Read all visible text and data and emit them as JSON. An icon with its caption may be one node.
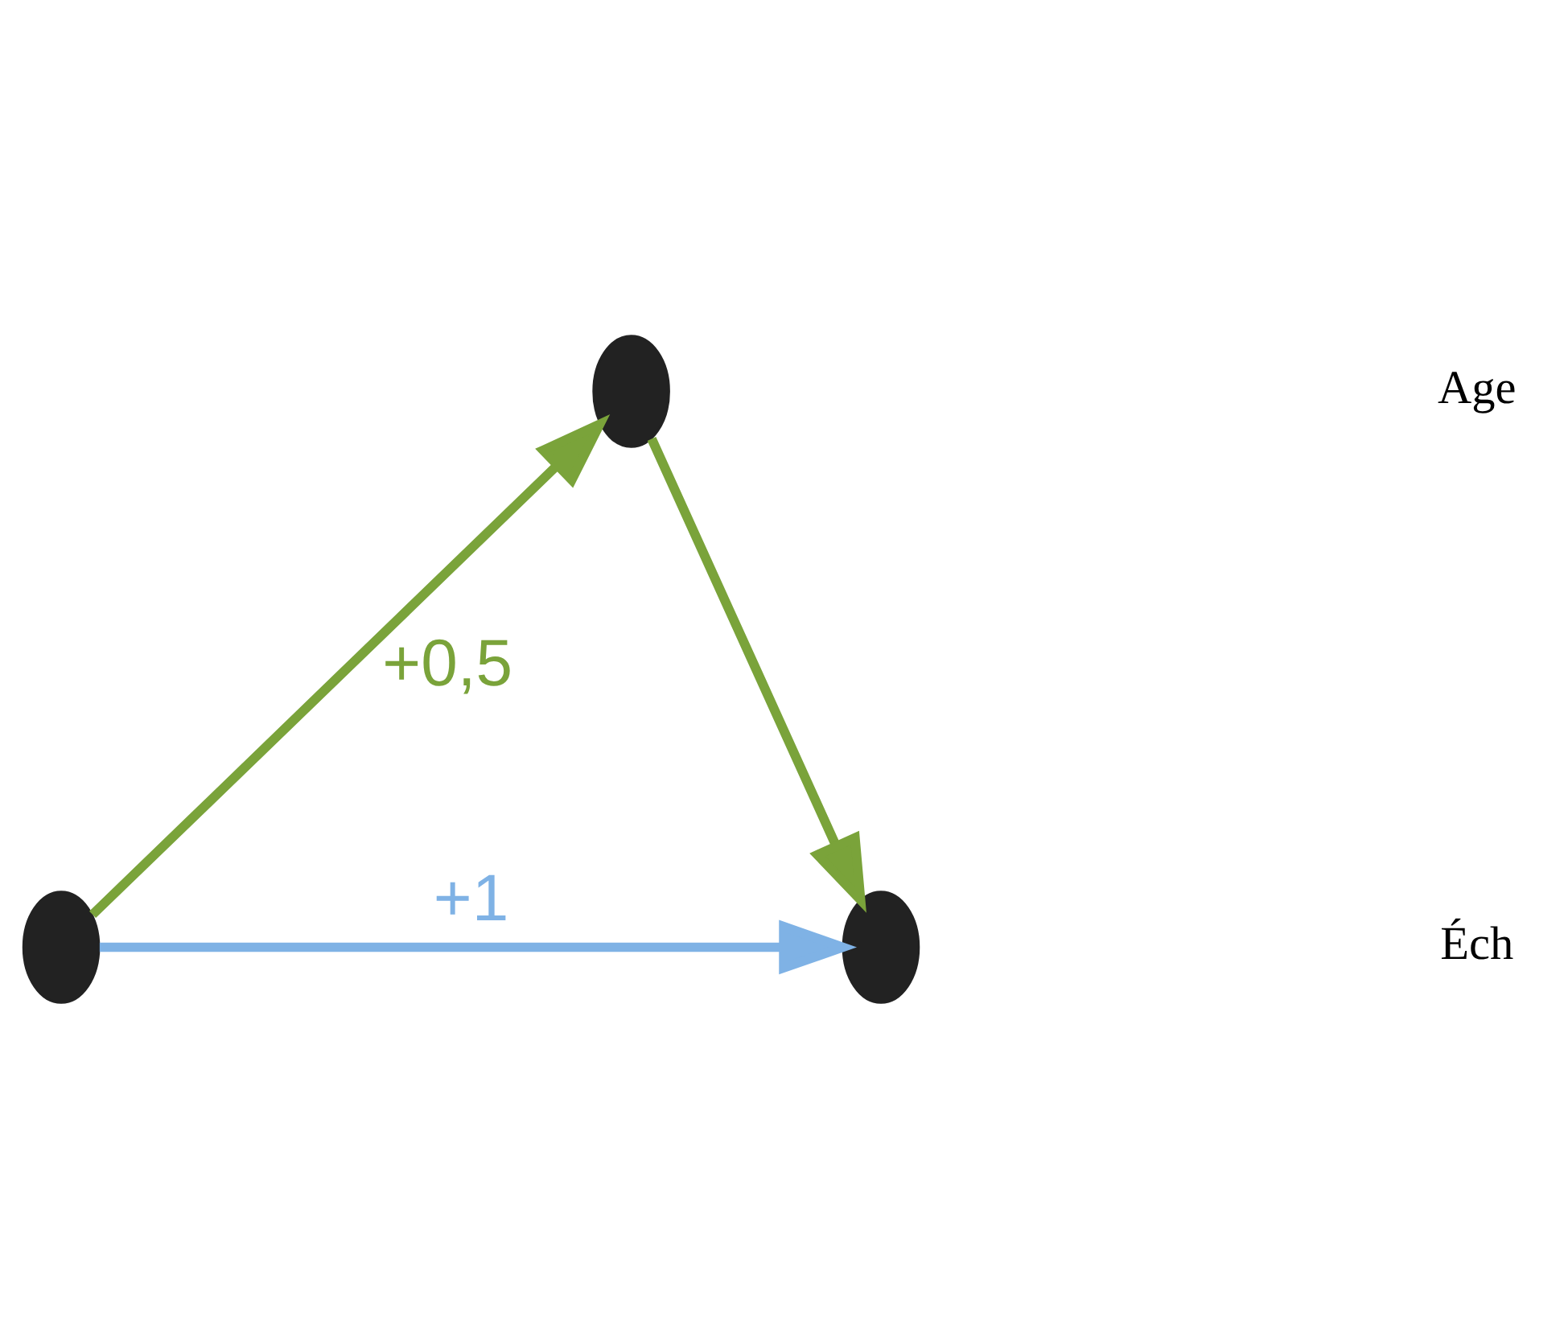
{
  "diagram": {
    "nodes": [
      {
        "text": [],
        "shape": "circle"
      },
      {
        "text": [],
        "shape": "circle"
      },
      {
        "text": [],
        "shape": "circle"
      }
    ],
    "edges": [
      {
        "from": 1,
        "to": 0,
        "arrow": "to",
        "label": "+0,5"
      },
      {
        "from": 0,
        "to": 2,
        "arrow": "to"
      },
      {
        "from": 1,
        "to": 2,
        "arrow": "to",
        "label": "+1",
        "color": "#7fb2e5"
      }
    ],
    "labels": [
      "Age",
      "Éch"
    ]
  }
}
